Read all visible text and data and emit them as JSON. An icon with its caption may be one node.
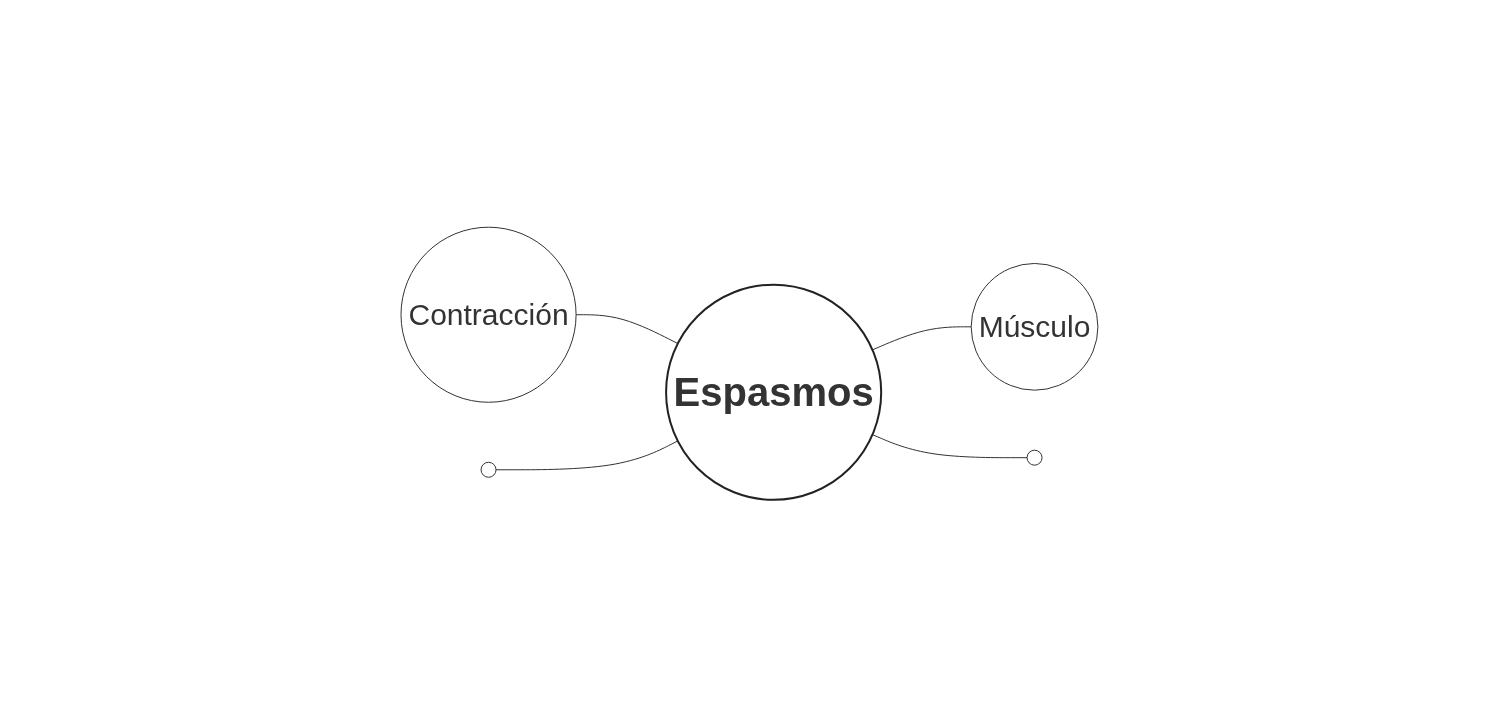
{
  "diagram": {
    "nodes": [
      {
        "text": [
          "Contracción"
        ]
      },
      {
        "text": [
          "Músculo"
        ]
      },
      {
        "text": [
          "Espasmos"
        ]
      },
      {
        "text": [],
        "shape": "circle"
      },
      {
        "text": [],
        "shape": "circle"
      }
    ],
    "edges": [
      {
        "from": 0,
        "to": 2,
        "arrow": "none"
      },
      {
        "from": 2,
        "to": 1,
        "arrow": "none"
      },
      {
        "from": 3,
        "to": 2,
        "arrow": "none"
      },
      {
        "from": 2,
        "to": 4,
        "arrow": "none"
      }
    ]
  }
}
